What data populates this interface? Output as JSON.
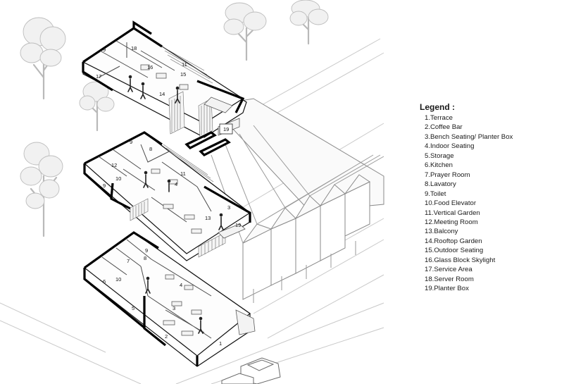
{
  "legend": {
    "title": "Legend :",
    "items": [
      "1.Terrace",
      "2.Coffee Bar",
      "3.Bench Seating/ Planter Box",
      "4.Indoor Seating",
      "5.Storage",
      "6.Kitchen",
      "7.Prayer Room",
      "8.Lavatory",
      "9.Toilet",
      "10.Food Elevator",
      "11.Vertical Garden",
      "12.Meeting Room",
      "13.Balcony",
      "14.Rooftop Garden",
      "15.Outdoor Seating",
      "16.Glass Block Skylight",
      "17.Service Area",
      "18.Server Room",
      "19.Planter Box"
    ]
  },
  "tags": {
    "top": [
      "9",
      "18",
      "16",
      "11",
      "15",
      "14",
      "17",
      "19"
    ],
    "middle": [
      "9",
      "8",
      "12",
      "10",
      "9",
      "11",
      "4",
      "3",
      "13",
      "19"
    ],
    "ground": [
      "9",
      "7",
      "8",
      "6",
      "10",
      "4",
      "3",
      "5",
      "2",
      "1"
    ]
  }
}
